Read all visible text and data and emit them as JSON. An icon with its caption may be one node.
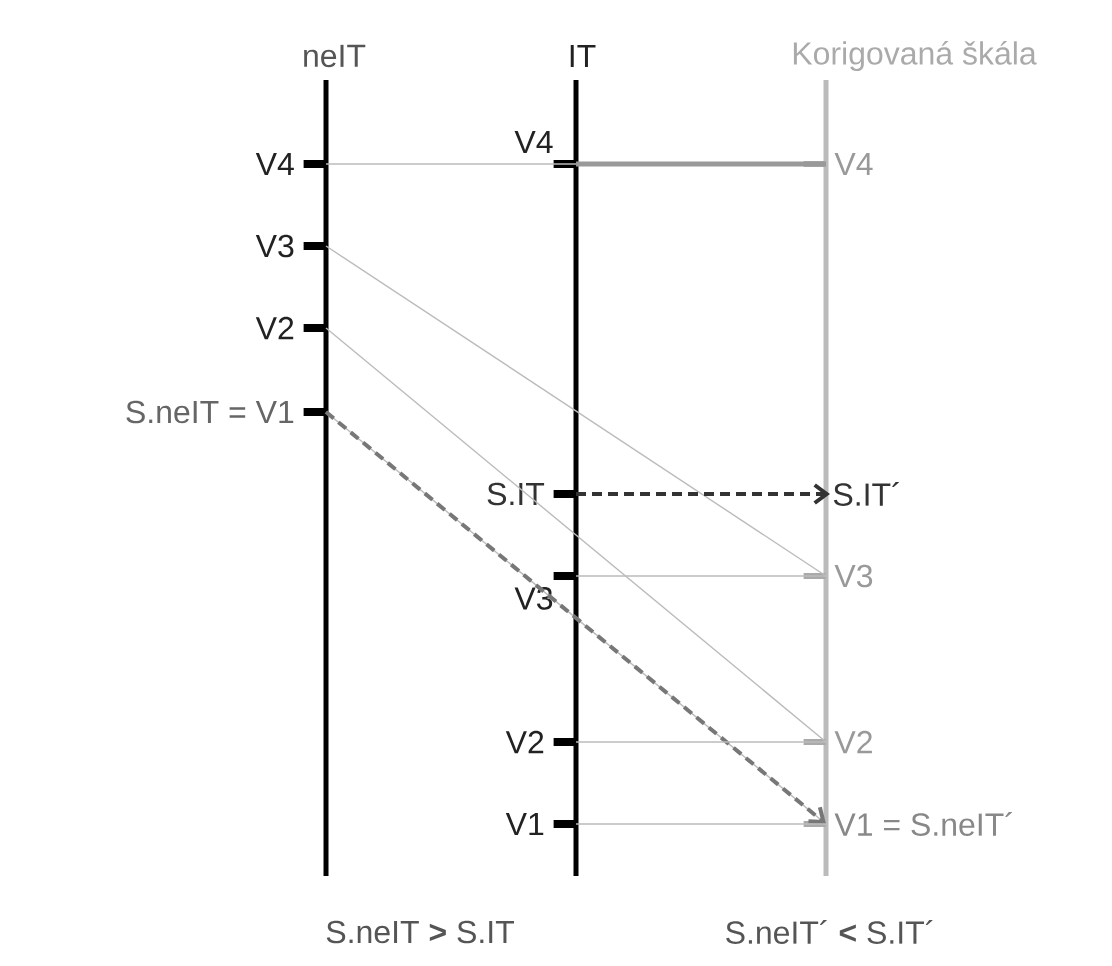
{
  "diagram": {
    "nodes": [
      {
        "text": [
          "V4"
        ]
      },
      {
        "text": [
          "V3"
        ]
      },
      {
        "text": [
          "V2"
        ]
      },
      {
        "text": [
          "S.neIT = V1"
        ]
      },
      {
        "text": [
          "V4"
        ]
      },
      {
        "text": [
          "S.IT"
        ]
      },
      {
        "text": [
          "V3"
        ]
      },
      {
        "text": [
          "V2"
        ]
      },
      {
        "text": [
          "V1"
        ]
      },
      {
        "text": [
          "V4"
        ]
      },
      {
        "text": [
          "S.IT´"
        ]
      },
      {
        "text": [
          "V3"
        ]
      },
      {
        "text": [
          "V2"
        ]
      },
      {
        "text": [
          "V1 = S.neIT´"
        ]
      }
    ],
    "edges": [
      {
        "from": 0,
        "to": 4,
        "arrow": "none"
      },
      {
        "from": 4,
        "to": 9,
        "arrow": "none",
        "style": "thick",
        "color": "#999999"
      },
      {
        "from": 1,
        "to": 11,
        "arrow": "none"
      },
      {
        "from": 2,
        "to": 12,
        "arrow": "none"
      },
      {
        "from": 3,
        "to": 13,
        "arrow": "none"
      },
      {
        "from": 3,
        "to": 13,
        "arrow": "to",
        "style": "dashed",
        "color": "#777777"
      },
      {
        "from": 5,
        "to": 10,
        "arrow": "to",
        "style": "dashed",
        "color": "#333333"
      },
      {
        "from": 6,
        "to": 11,
        "arrow": "none"
      },
      {
        "from": 7,
        "to": 12,
        "arrow": "none"
      },
      {
        "from": 8,
        "to": 13,
        "arrow": "none"
      }
    ],
    "labels": [
      "neIT",
      "IT",
      "Korigovaná škála",
      "S.neIT **>** S.IT",
      "S.neIT´ **<** S.IT´"
    ]
  }
}
